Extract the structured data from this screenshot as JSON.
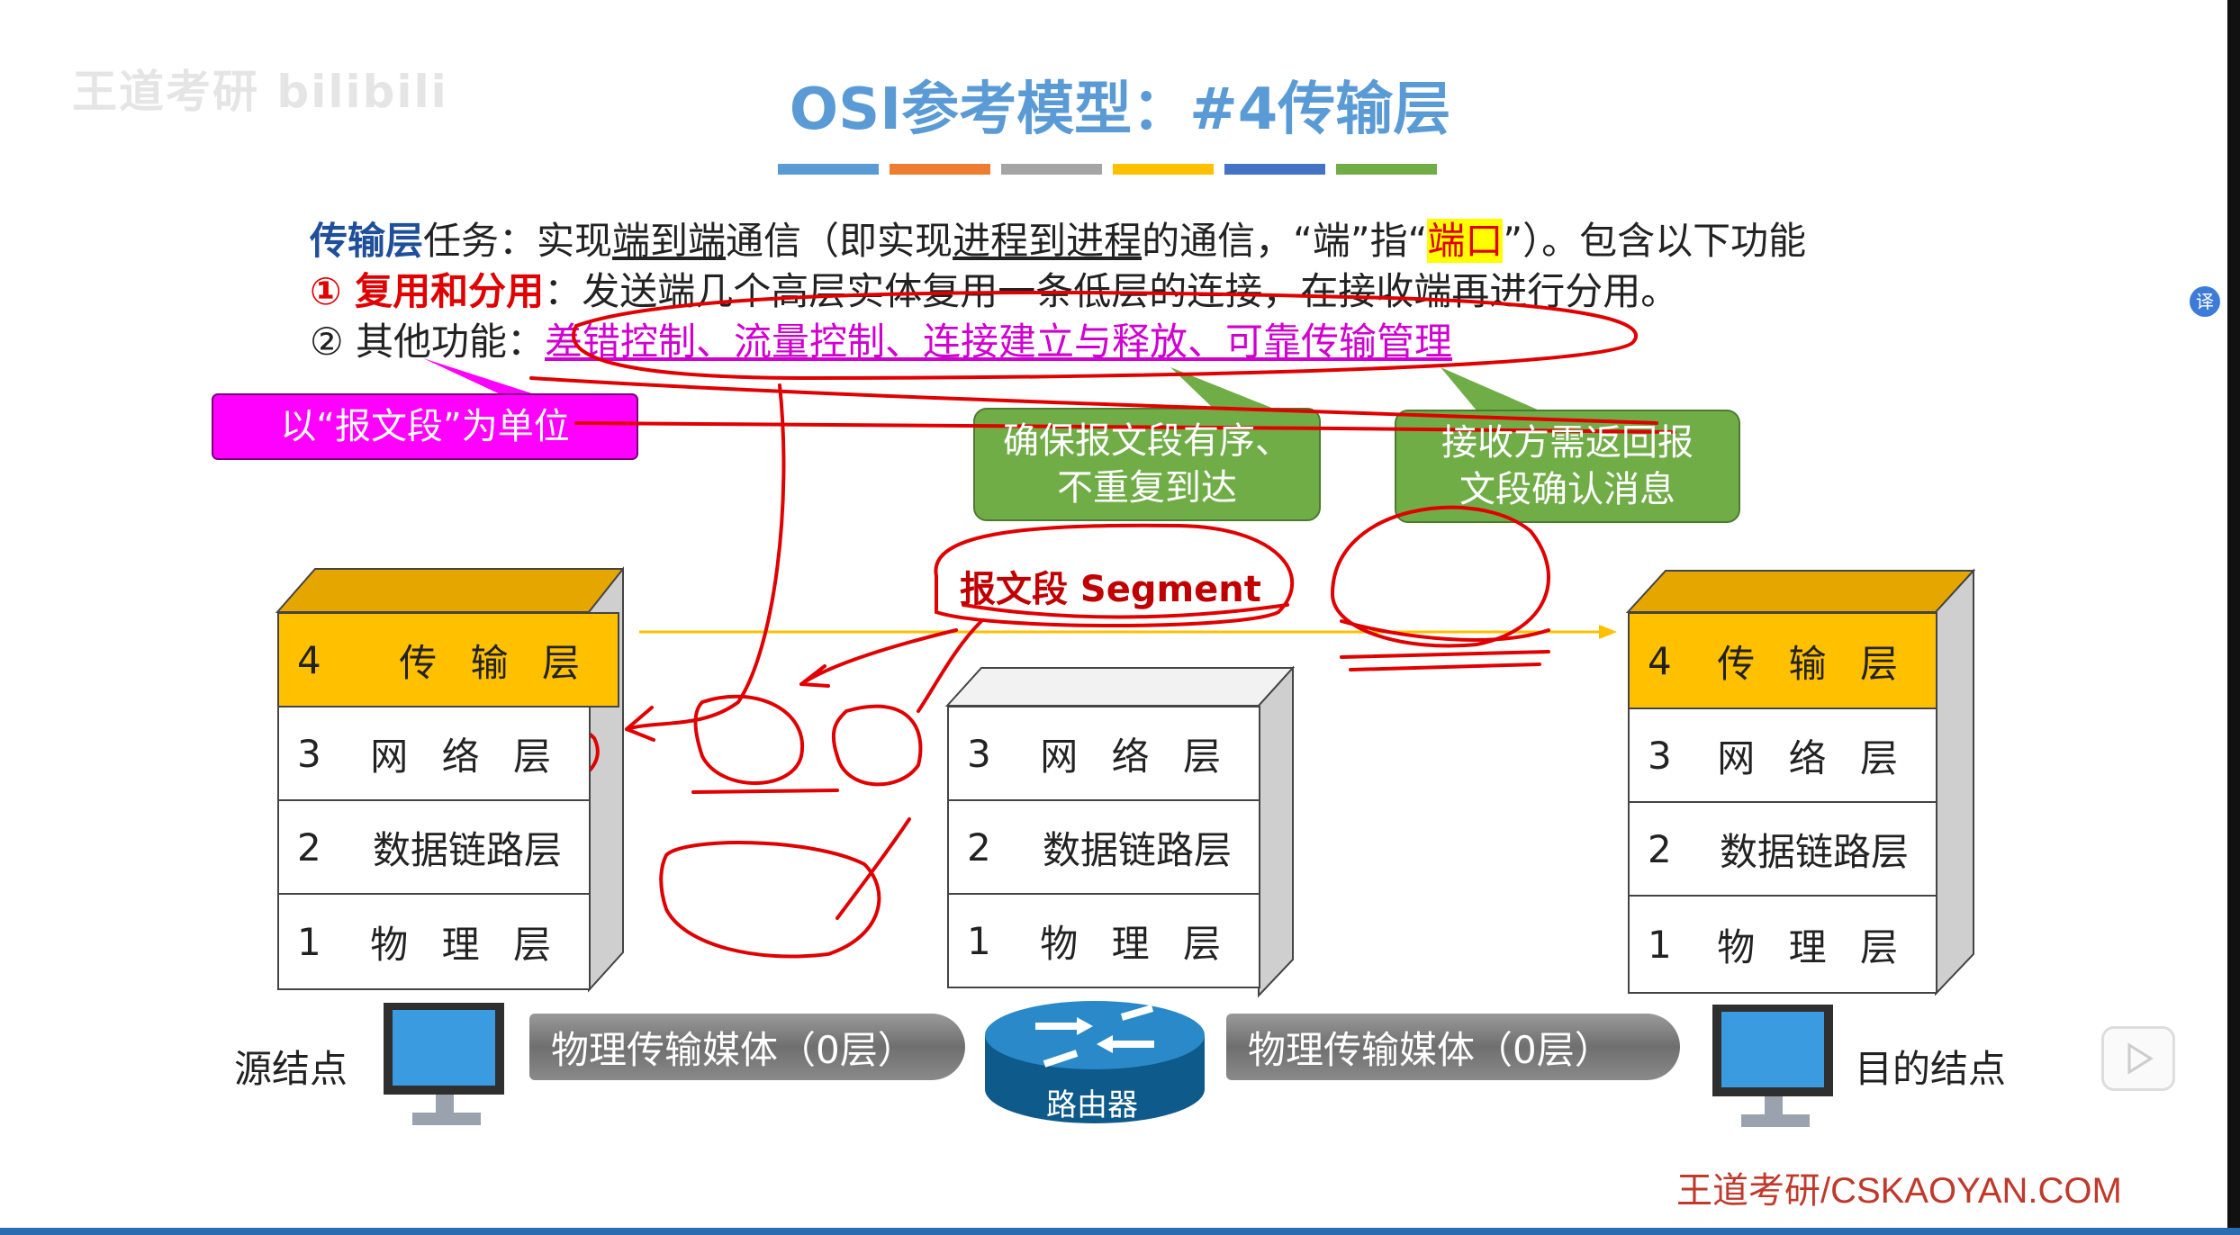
{
  "watermark": "王道考研 bilibili",
  "title": "OSI参考模型：#4传输层",
  "line1": {
    "a": "传输层",
    "b": "任务：实现",
    "c": "端到端",
    "d": "通信（即实现",
    "e": "进程到进程",
    "f": "的通信，“端”指“",
    "g": "端口",
    "h": "”）。包含以下功能"
  },
  "line2": {
    "a": "① 复用和分用",
    "b": "：发送端几个高层实体复用一条低层的连接，在接收端再进行分用。"
  },
  "line3": {
    "a": "② 其他功能：",
    "b": "差错控制、流量控制、连接建立与释放、可靠传输管理"
  },
  "callouts": {
    "segment_unit": "以“报文段”为单位",
    "ordered": [
      "确保报文段有序、",
      "不重复到达"
    ],
    "ack": [
      "接收方需返回报",
      "文段确认消息"
    ]
  },
  "segment_label": "报文段 Segment",
  "stacks": {
    "left": [
      {
        "num": "4",
        "name": "传 输 层"
      },
      {
        "num": "3",
        "name": "网 络 层"
      },
      {
        "num": "2",
        "name": "数据链路层"
      },
      {
        "num": "1",
        "name": "物 理 层"
      }
    ],
    "middle": [
      {
        "num": "3",
        "name": "网 络 层"
      },
      {
        "num": "2",
        "name": "数据链路层"
      },
      {
        "num": "1",
        "name": "物 理 层"
      }
    ],
    "right": [
      {
        "num": "4",
        "name": "传 输 层"
      },
      {
        "num": "3",
        "name": "网 络 层"
      },
      {
        "num": "2",
        "name": "数据链路层"
      },
      {
        "num": "1",
        "name": "物 理 层"
      }
    ]
  },
  "source_node": "源结点",
  "dest_node": "目的结点",
  "media_left": "物理传输媒体（0层）",
  "media_right": "物理传输媒体（0层）",
  "router": "路由器",
  "footer": "王道考研/CSKAOYAN.COM",
  "translate_icon": "译",
  "colors": {
    "title": "#5b9bd5",
    "bars": [
      "#5b9bd5",
      "#ed7d31",
      "#a5a5a5",
      "#ffc000",
      "#4472c4",
      "#70ad47"
    ]
  }
}
